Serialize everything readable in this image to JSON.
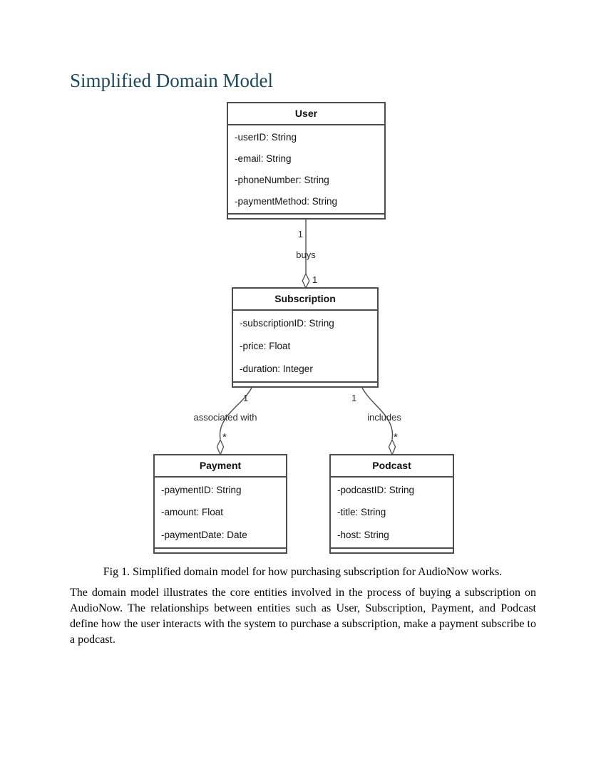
{
  "page": {
    "title": "Simplified Domain Model",
    "title_color": "#1b4a60",
    "caption": "Fig 1. Simplified domain model for how purchasing subscription for AudioNow works.",
    "paragraph": "The domain model illustrates the core entities involved in the process of buying a subscription on AudioNow. The relationships between entities such as User, Subscription, Payment, and Podcast define how the user interacts with the system to purchase a subscription, make a payment subscribe to a podcast."
  },
  "diagram": {
    "type": "uml-class-diagram",
    "line_color": "#4d4d4d",
    "classes": [
      {
        "name": "User",
        "attributes": [
          "-userID: String",
          "-email: String",
          "-phoneNumber: String",
          "-paymentMethod: String"
        ]
      },
      {
        "name": "Subscription",
        "attributes": [
          "-subscriptionID: String",
          "-price: Float",
          "-duration: Integer"
        ]
      },
      {
        "name": "Payment",
        "attributes": [
          "-paymentID: String",
          "-amount: Float",
          "-paymentDate: Date"
        ]
      },
      {
        "name": "Podcast",
        "attributes": [
          "-podcastID: String",
          "-title: String",
          "-host: String"
        ]
      }
    ],
    "relationships": [
      {
        "from": "User",
        "to": "Subscription",
        "label": "buys",
        "from_multiplicity": "1",
        "to_multiplicity": "1",
        "kind": "aggregation-diamond-at-subscription"
      },
      {
        "from": "Subscription",
        "to": "Payment",
        "label": "associated with",
        "from_multiplicity": "1",
        "to_multiplicity": "*",
        "kind": "aggregation-diamond-at-payment"
      },
      {
        "from": "Subscription",
        "to": "Podcast",
        "label": "includes",
        "from_multiplicity": "1",
        "to_multiplicity": "*",
        "kind": "aggregation-diamond-at-podcast"
      }
    ]
  }
}
